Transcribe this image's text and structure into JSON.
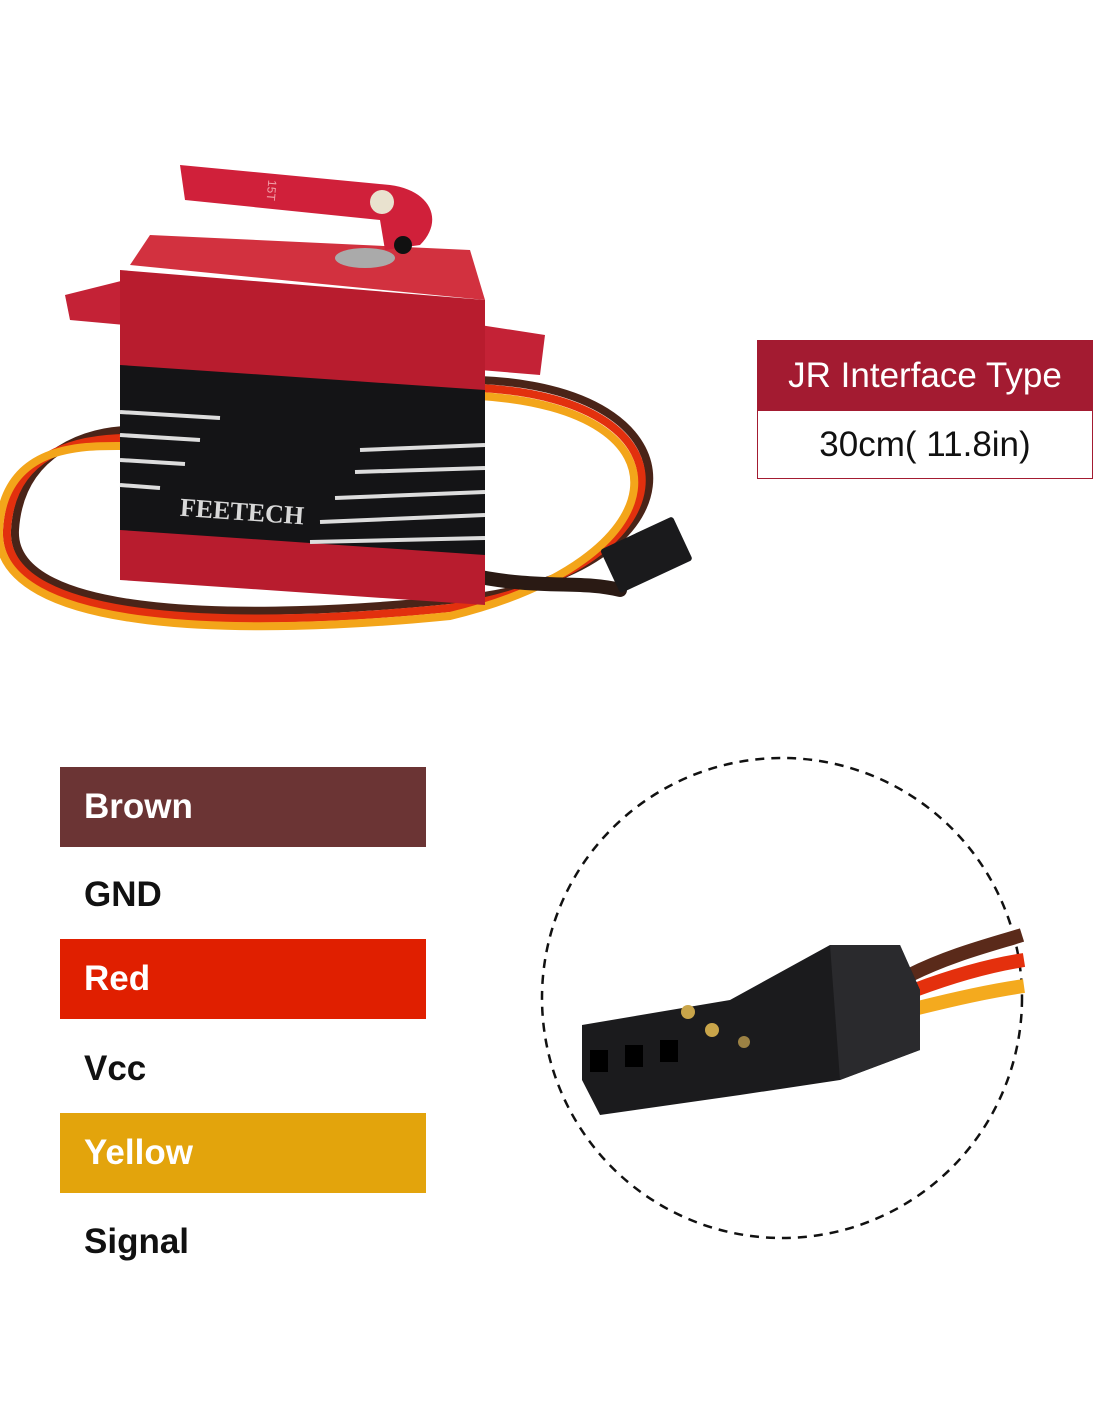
{
  "product": {
    "logo_text": "FEETECH",
    "horn_marking": "15T"
  },
  "spec_table": {
    "header": "JR Interface Type",
    "value": "30cm( 11.8in)"
  },
  "wire_legend": [
    {
      "color_name": "Brown",
      "function": "GND",
      "color": "#6b3434"
    },
    {
      "color_name": "Red",
      "function": "Vcc",
      "color": "#e01f00"
    },
    {
      "color_name": "Yellow",
      "function": "Signal",
      "color": "#e3a40c"
    }
  ],
  "colors": {
    "accent": "#a31b31"
  }
}
